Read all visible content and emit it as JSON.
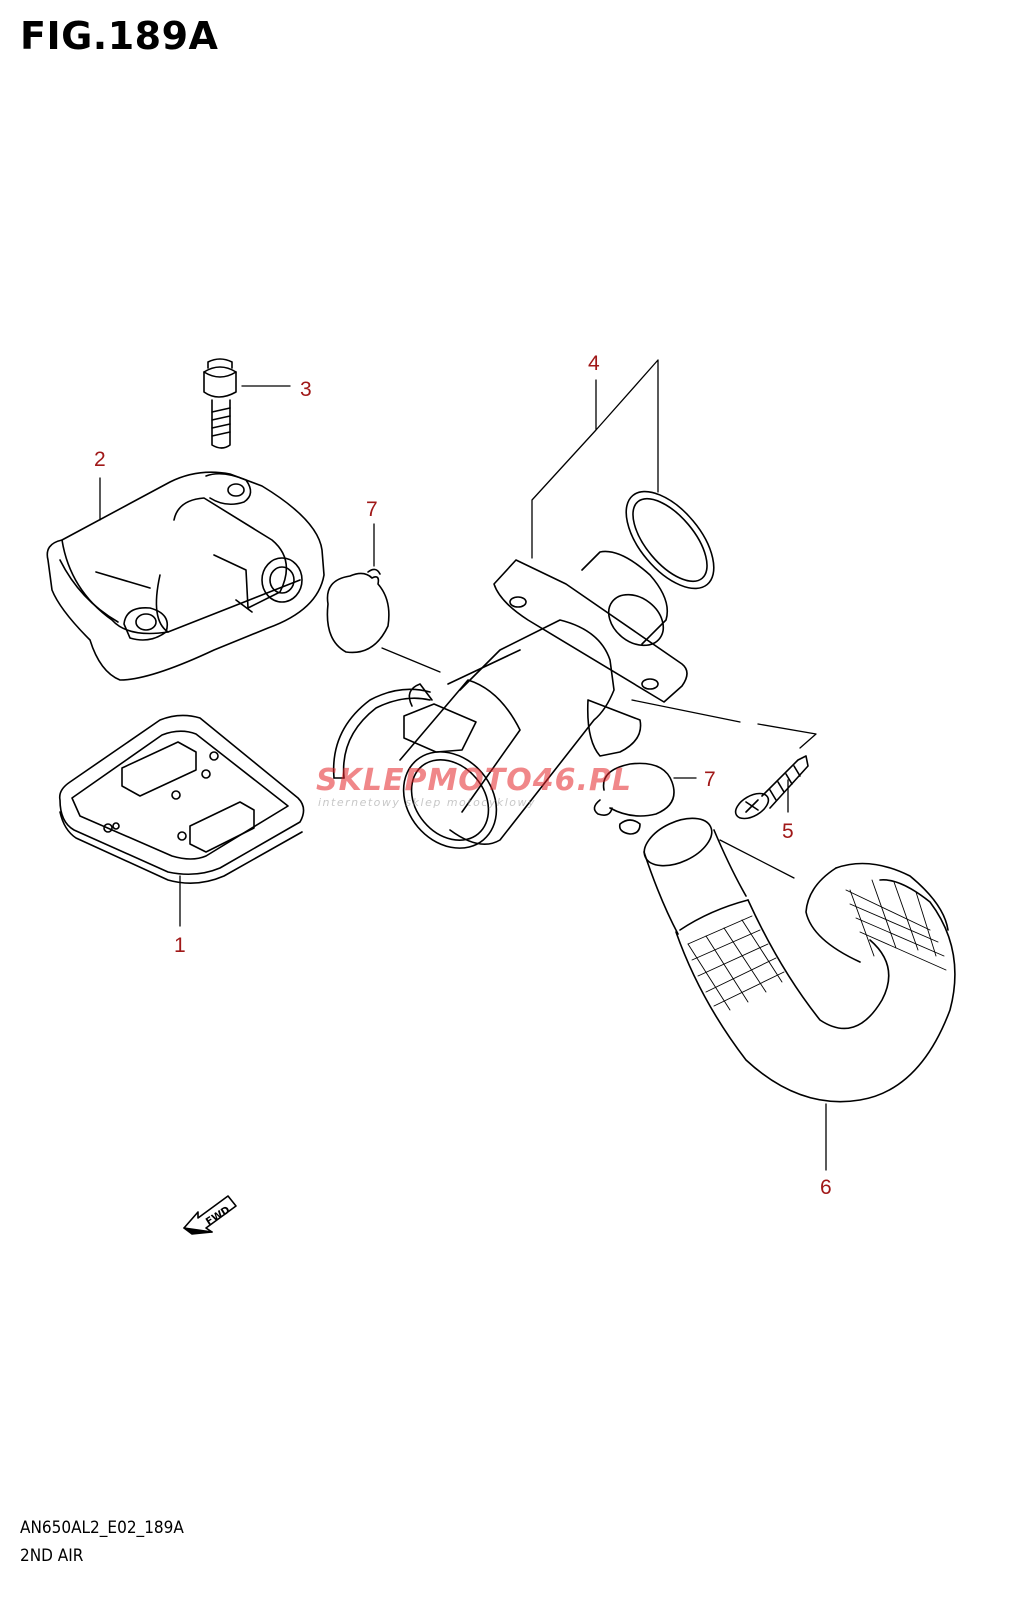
{
  "figure": {
    "title": "FIG.189A",
    "code": "AN650AL2_E02_189A",
    "name": "2ND AIR"
  },
  "callouts": [
    {
      "id": "1",
      "label": "1"
    },
    {
      "id": "2",
      "label": "2"
    },
    {
      "id": "3",
      "label": "3"
    },
    {
      "id": "4",
      "label": "4"
    },
    {
      "id": "5",
      "label": "5"
    },
    {
      "id": "6",
      "label": "6"
    },
    {
      "id": "7a",
      "label": "7"
    },
    {
      "id": "7b",
      "label": "7"
    }
  ],
  "fwd_mark": {
    "label": "FWD"
  },
  "watermark": {
    "brand": "SKLEPMOTO46.PL",
    "tagline": "internetowy sklep motocyklowy"
  },
  "colors": {
    "callout": "#a01818",
    "line": "#000000",
    "watermark_red": "#e5262a",
    "watermark_gray": "#c8c8c8"
  }
}
